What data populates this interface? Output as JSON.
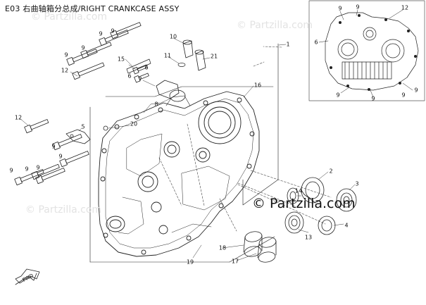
{
  "header": {
    "title": "E03 右曲轴箱分总成/RIGHT CRANKCASE ASSY"
  },
  "watermarks": {
    "primary": "© Partzilla.com",
    "secondary": "© Partzilla.com"
  },
  "orientation": {
    "label": "FWD"
  },
  "callouts": [
    "1",
    "2",
    "3",
    "4",
    "5",
    "6",
    "7",
    "8",
    "9",
    "10",
    "11",
    "12",
    "13",
    "14",
    "15",
    "16",
    "17",
    "18",
    "19",
    "20",
    "21"
  ],
  "inset_callouts": [
    "9",
    "9",
    "12",
    "6",
    "9",
    "9",
    "9",
    "9"
  ],
  "colors": {
    "ink": "#111111",
    "watermark": "#e3e3e3",
    "background": "#ffffff"
  }
}
